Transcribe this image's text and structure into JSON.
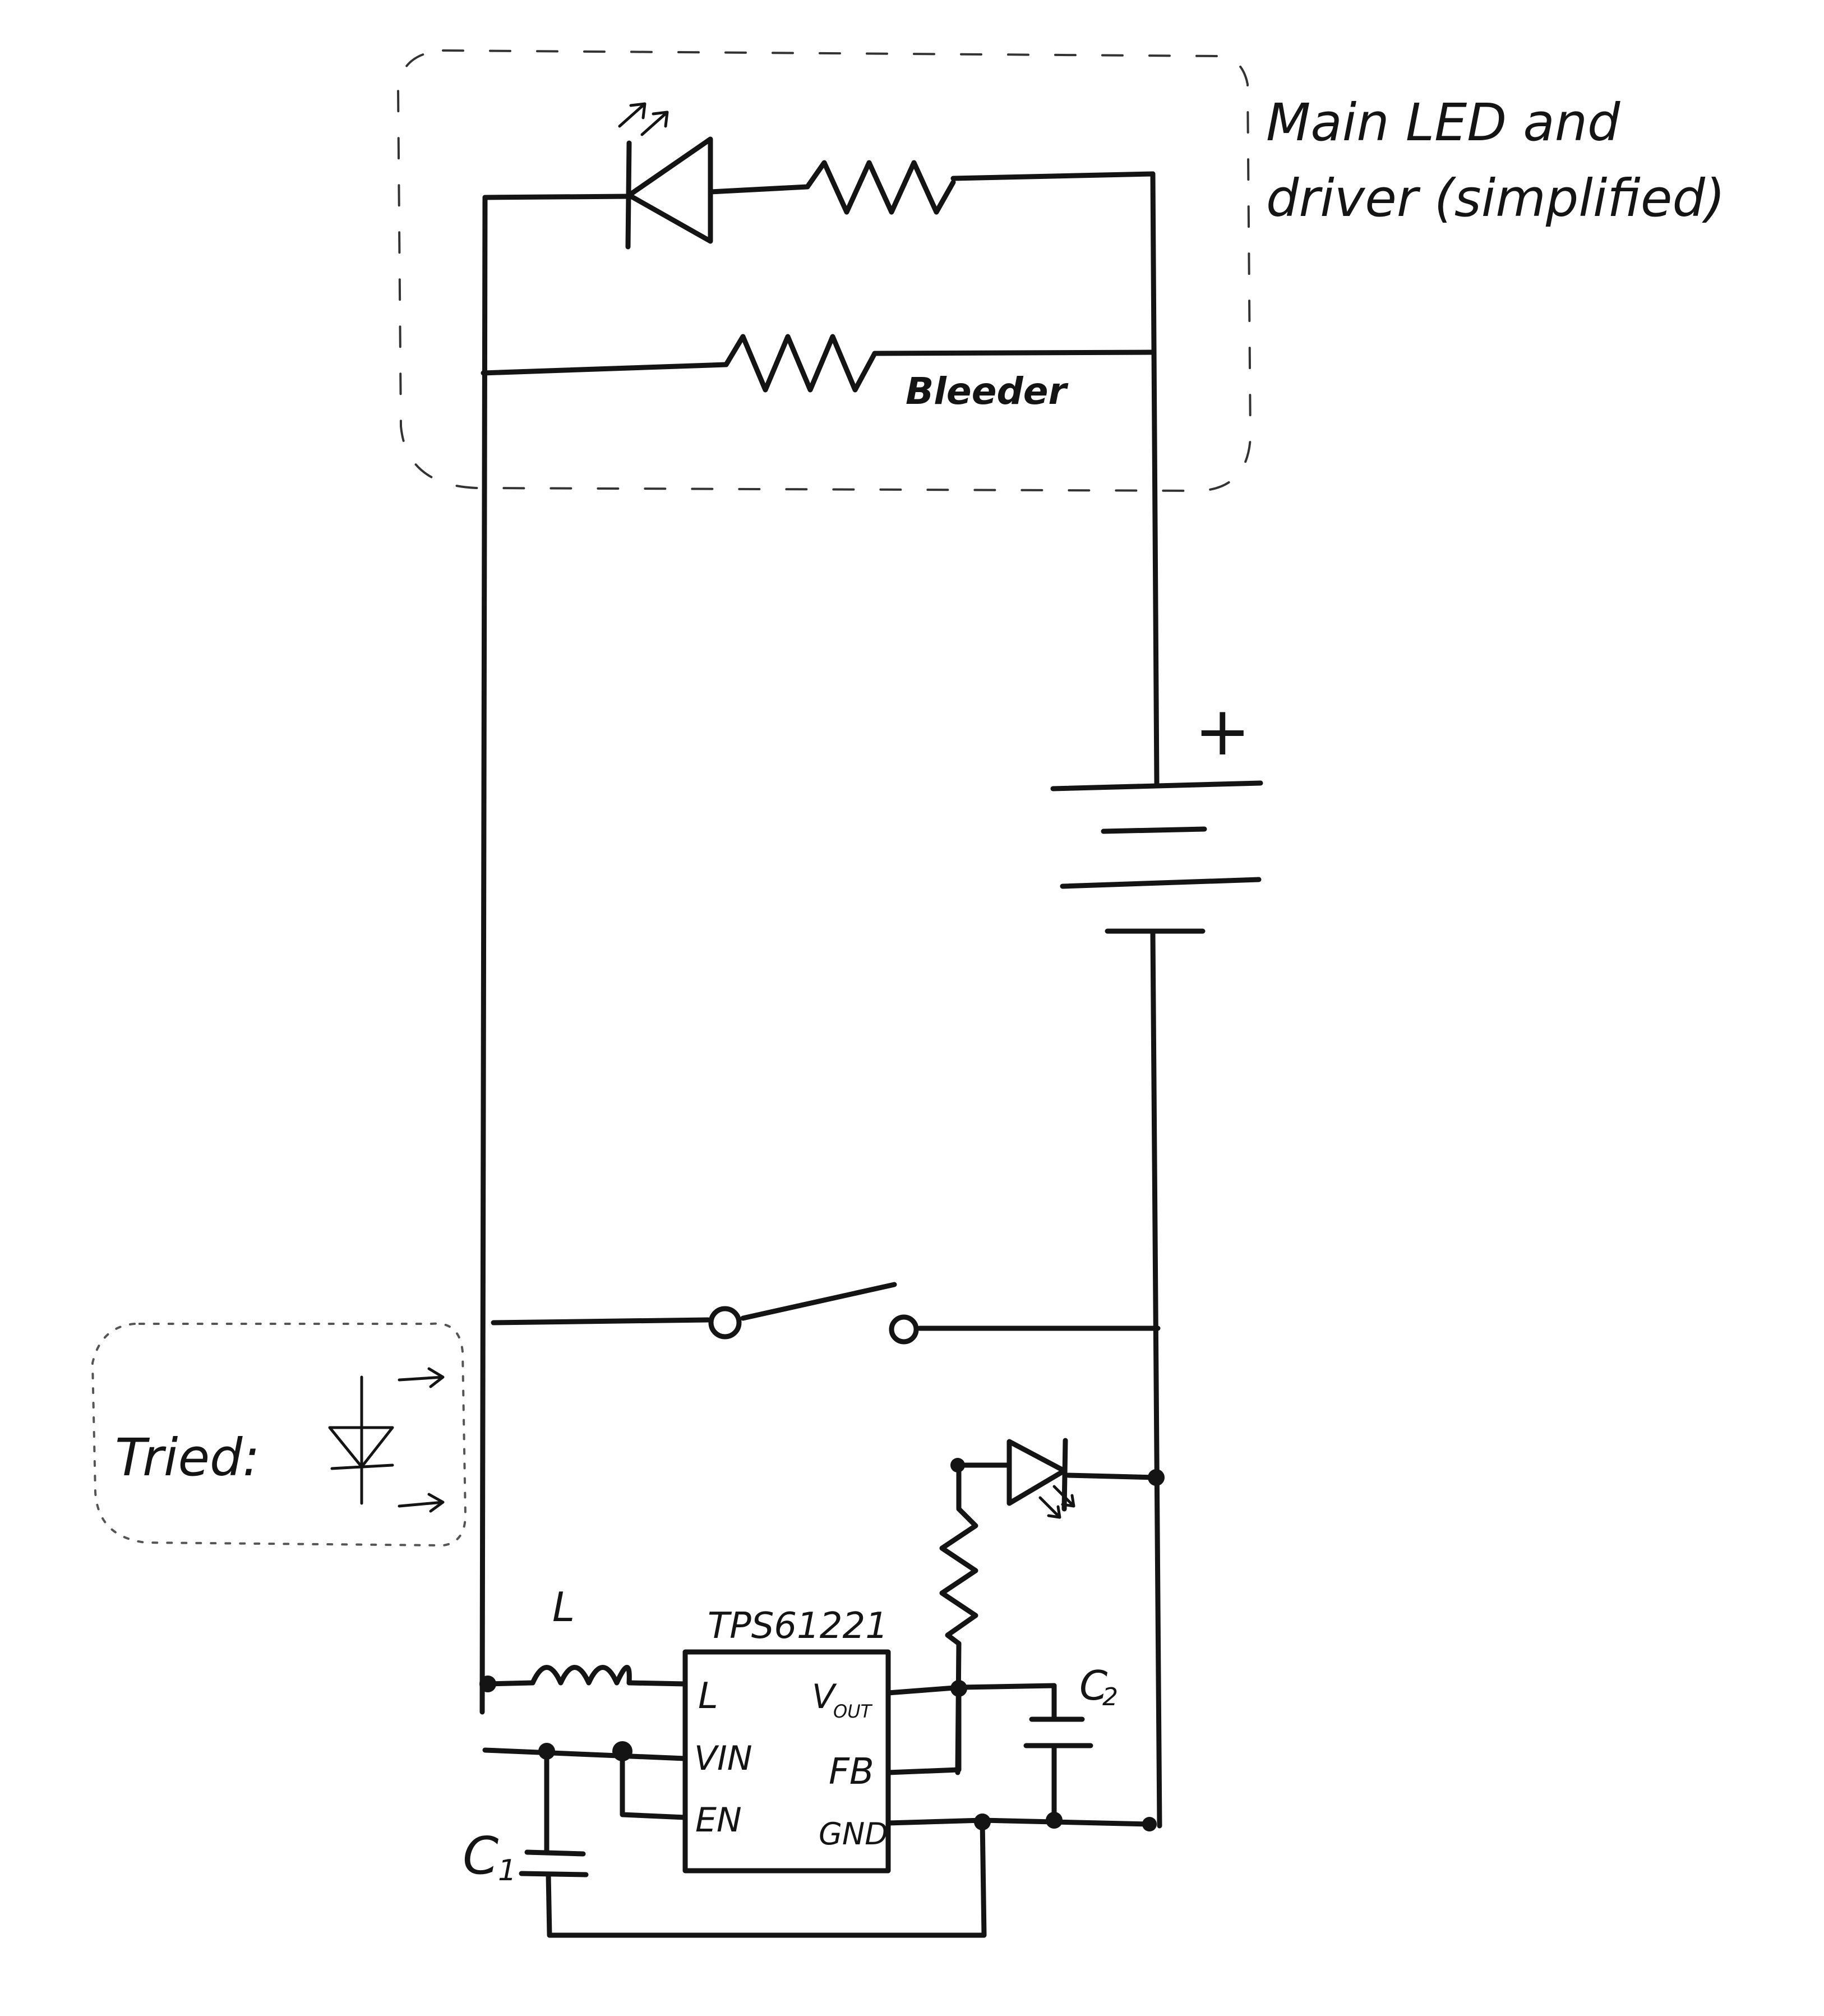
{
  "annotations": {
    "group_title_line1": "Main LED and",
    "group_title_line2": "driver (simplified)",
    "bleeder_label": "Bleeder",
    "tried_label": "Tried:",
    "battery_plus": "+"
  },
  "regulator": {
    "part_name": "TPS61221",
    "pins": {
      "l": "L",
      "vin": "VIN",
      "en": "EN",
      "vout_main": "V",
      "vout_sub": "OUT",
      "fb": "FB",
      "gnd": "GND"
    }
  },
  "components": {
    "inductor_label": "L",
    "c1_main": "C",
    "c1_sub": "1",
    "c2_main": "C",
    "c2_sub": "2"
  }
}
